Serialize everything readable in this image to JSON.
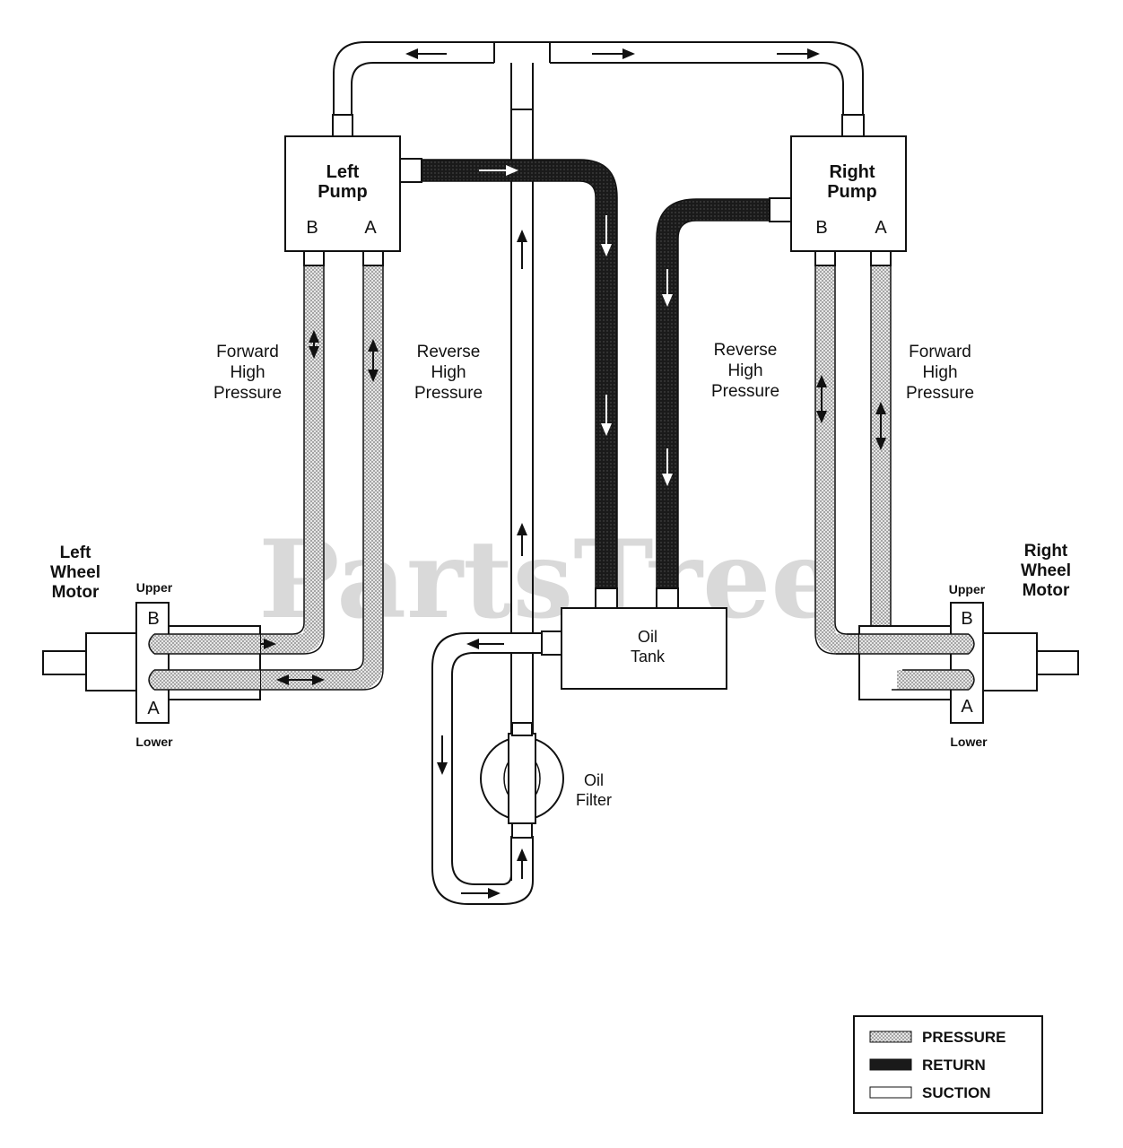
{
  "watermark": "PartsTree",
  "components": {
    "left_pump": {
      "line1": "Left",
      "line2": "Pump",
      "port_b": "B",
      "port_a": "A"
    },
    "right_pump": {
      "line1": "Right",
      "line2": "Pump",
      "port_b": "B",
      "port_a": "A"
    },
    "oil_tank": {
      "line1": "Oil",
      "line2": "Tank"
    },
    "oil_filter": {
      "line1": "Oil",
      "line2": "Filter"
    },
    "left_motor": {
      "line1": "Left",
      "line2": "Wheel",
      "line3": "Motor",
      "upper": "Upper",
      "lower": "Lower",
      "port_b": "B",
      "port_a": "A"
    },
    "right_motor": {
      "line1": "Right",
      "line2": "Wheel",
      "line3": "Motor",
      "upper": "Upper",
      "lower": "Lower",
      "port_b": "B",
      "port_a": "A"
    }
  },
  "line_labels": {
    "left_forward": {
      "l1": "Forward",
      "l2": "High",
      "l3": "Pressure"
    },
    "left_reverse": {
      "l1": "Reverse",
      "l2": "High",
      "l3": "Pressure"
    },
    "right_reverse": {
      "l1": "Reverse",
      "l2": "High",
      "l3": "Pressure"
    },
    "right_forward": {
      "l1": "Forward",
      "l2": "High",
      "l3": "Pressure"
    }
  },
  "legend": {
    "pressure": "PRESSURE",
    "return": "RETURN",
    "suction": "SUCTION"
  },
  "colors": {
    "pressure_fill": "#cfcfcf",
    "return_fill": "#1a1a1a",
    "suction_fill": "#ffffff",
    "stroke": "#111111",
    "watermark": "#d9d9d9"
  }
}
